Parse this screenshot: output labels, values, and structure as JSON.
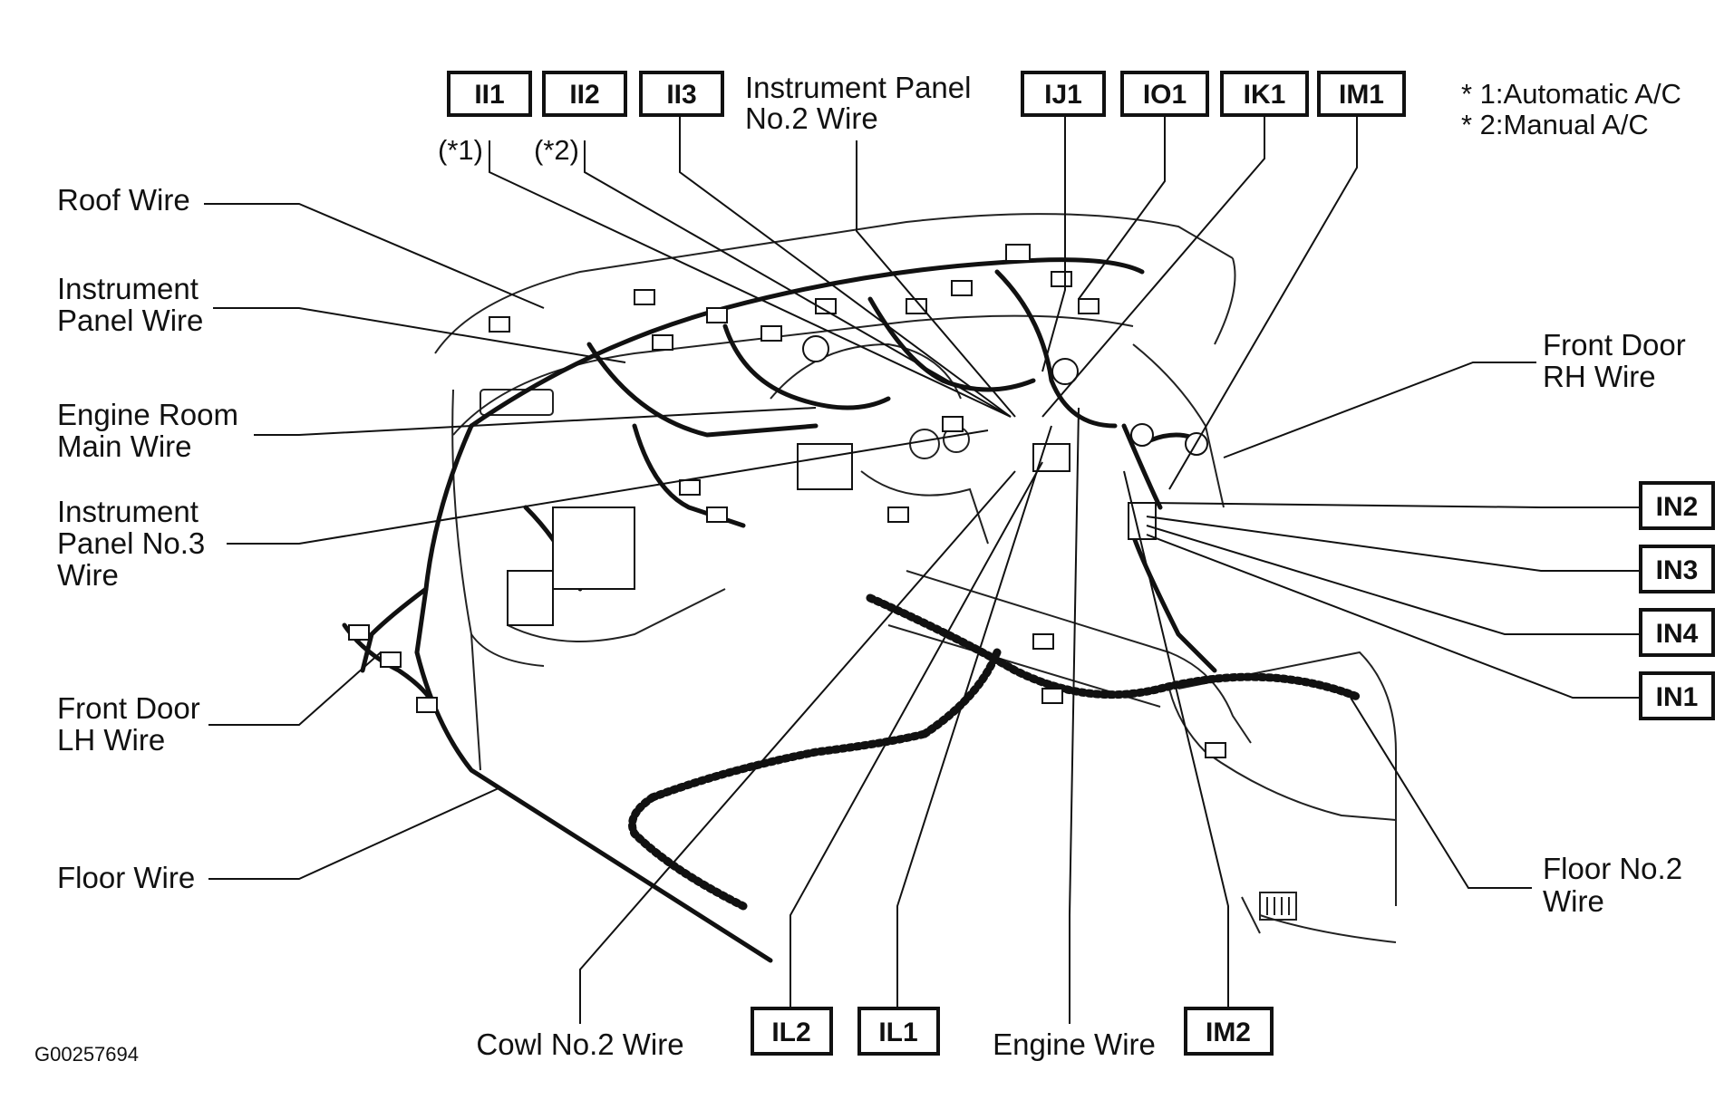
{
  "footnotes": [
    "* 1:Automatic A/C",
    "* 2:Manual A/C"
  ],
  "figure_id": "G00257694",
  "connectors_top": [
    "II1",
    "II2",
    "II3",
    "IJ1",
    "IO1",
    "IK1",
    "IM1"
  ],
  "connector_notes": {
    "II1": "(*1)",
    "II2": "(*2)"
  },
  "connectors_right": [
    "IN2",
    "IN3",
    "IN4",
    "IN1"
  ],
  "connectors_bottom": [
    "IL2",
    "IL1",
    "IM2"
  ],
  "labels_left": {
    "roof_wire": [
      "Roof Wire"
    ],
    "instrument_panel_wire": [
      "Instrument",
      "Panel Wire"
    ],
    "engine_room_main_wire": [
      "Engine Room",
      "Main Wire"
    ],
    "instrument_panel_no3_wire": [
      "Instrument",
      "Panel No.3",
      "Wire"
    ],
    "front_door_lh_wire": [
      "Front Door",
      "LH Wire"
    ],
    "floor_wire": [
      "Floor Wire"
    ]
  },
  "labels_right": {
    "front_door_rh_wire": [
      "Front Door",
      "RH Wire"
    ],
    "floor_no2_wire": [
      "Floor No.2",
      "Wire"
    ]
  },
  "labels_top": {
    "instrument_panel_no2_wire": [
      "Instrument Panel",
      "No.2 Wire"
    ]
  },
  "labels_bottom": {
    "cowl_no2_wire": [
      "Cowl No.2 Wire"
    ],
    "engine_wire": [
      "Engine Wire"
    ]
  }
}
